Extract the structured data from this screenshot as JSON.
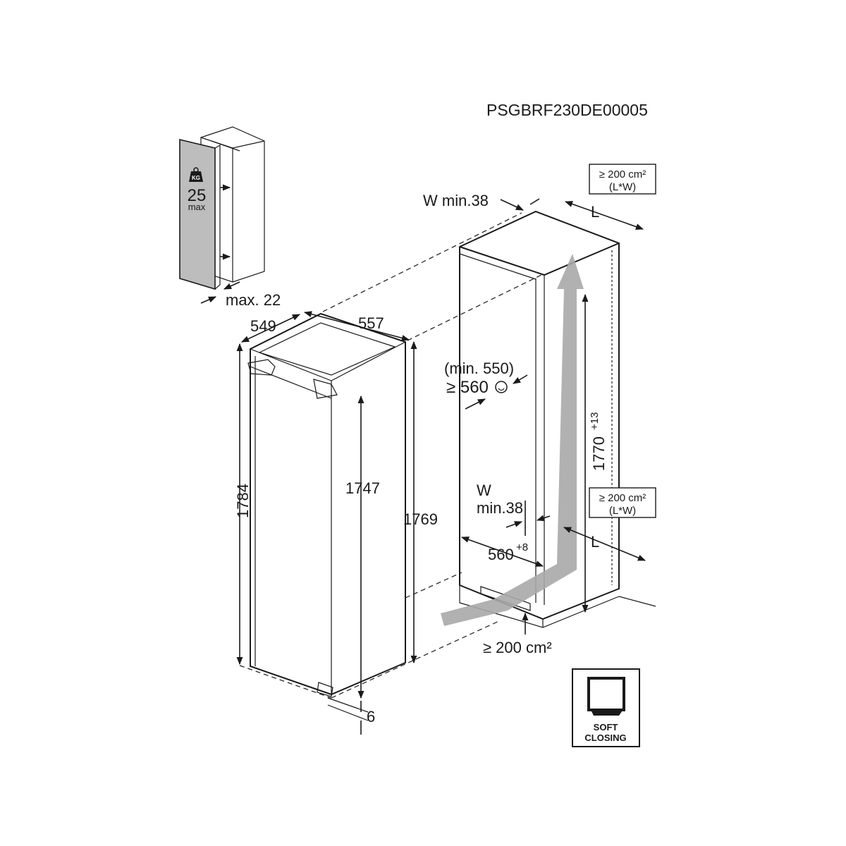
{
  "document_code": "PSGBRF230DE00005",
  "door_panel": {
    "weight_badge": "KG",
    "weight_value": "25",
    "weight_unit": "max",
    "thickness_label": "max. 22"
  },
  "appliance": {
    "depth": "549",
    "width": "557",
    "total_height": "1784",
    "door_height": "1747",
    "body_height": "1769",
    "bottom_offset": "6"
  },
  "niche": {
    "vent_top_area": "≥ 200 cm²",
    "vent_top_lw": "(L*W)",
    "vent_top_w": "W min.38",
    "vent_top_l": "L",
    "depth_min_note": "(min. 550)",
    "depth_recommended": "≥ 560",
    "height": "1770",
    "height_tolerance": "+13",
    "vent_back_area": "≥ 200 cm²",
    "vent_back_lw": "(L*W)",
    "vent_back_w1": "W",
    "vent_back_w2": "min.38",
    "vent_back_l": "L",
    "width": "560",
    "width_tolerance": "+8",
    "vent_bottom_area": "≥ 200 cm²"
  },
  "soft_closing": {
    "line1": "SOFT",
    "line2": "CLOSING"
  },
  "colors": {
    "line": "#1a1a1a",
    "panel_fill": "#bdbdbd",
    "airflow": "#a8a8a8"
  }
}
